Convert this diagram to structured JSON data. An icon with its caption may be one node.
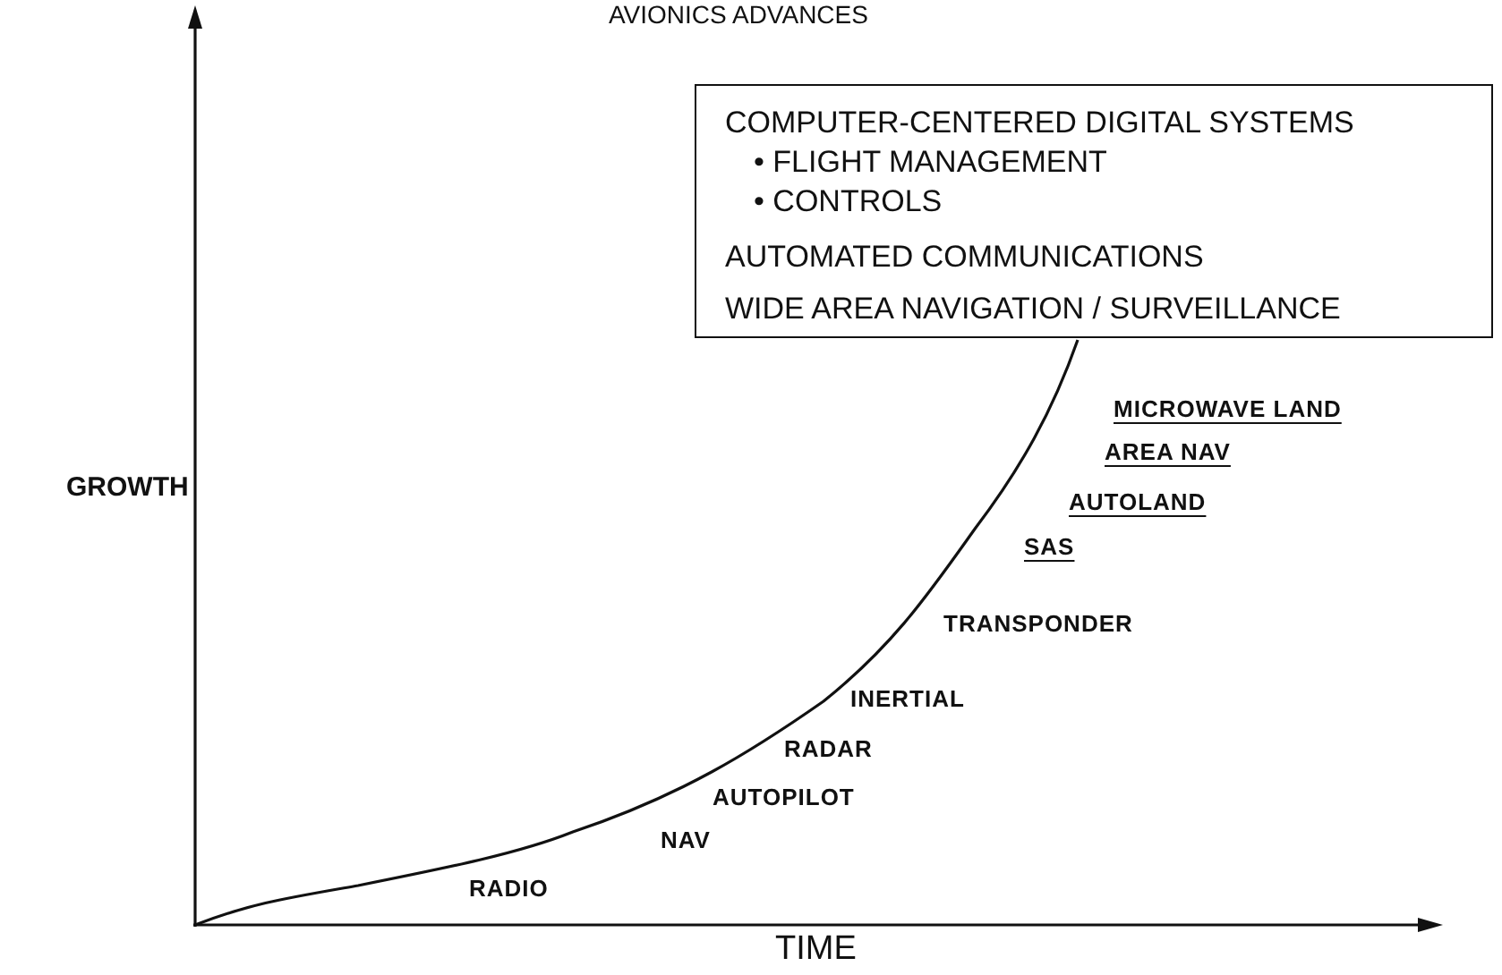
{
  "diagram": {
    "title": "AVIONICS ADVANCES",
    "nodes": [
      {
        "text": [
          "COMPUTER-CENTERED DIGITAL SYSTEMS",
          "• FLIGHT MANAGEMENT",
          "• CONTROLS",
          "AUTOMATED COMMUNICATIONS",
          "WIDE AREA NAVIGATION / SURVEILLANCE"
        ]
      }
    ],
    "labels": [
      "GROWTH",
      "MICROWAVE LAND",
      "AREA NAV",
      "AUTOLAND",
      "SAS",
      "TRANSPONDER",
      "INERTIAL",
      "RADAR",
      "AUTOPILOT",
      "NAV",
      "RADIO",
      "TIME"
    ]
  }
}
